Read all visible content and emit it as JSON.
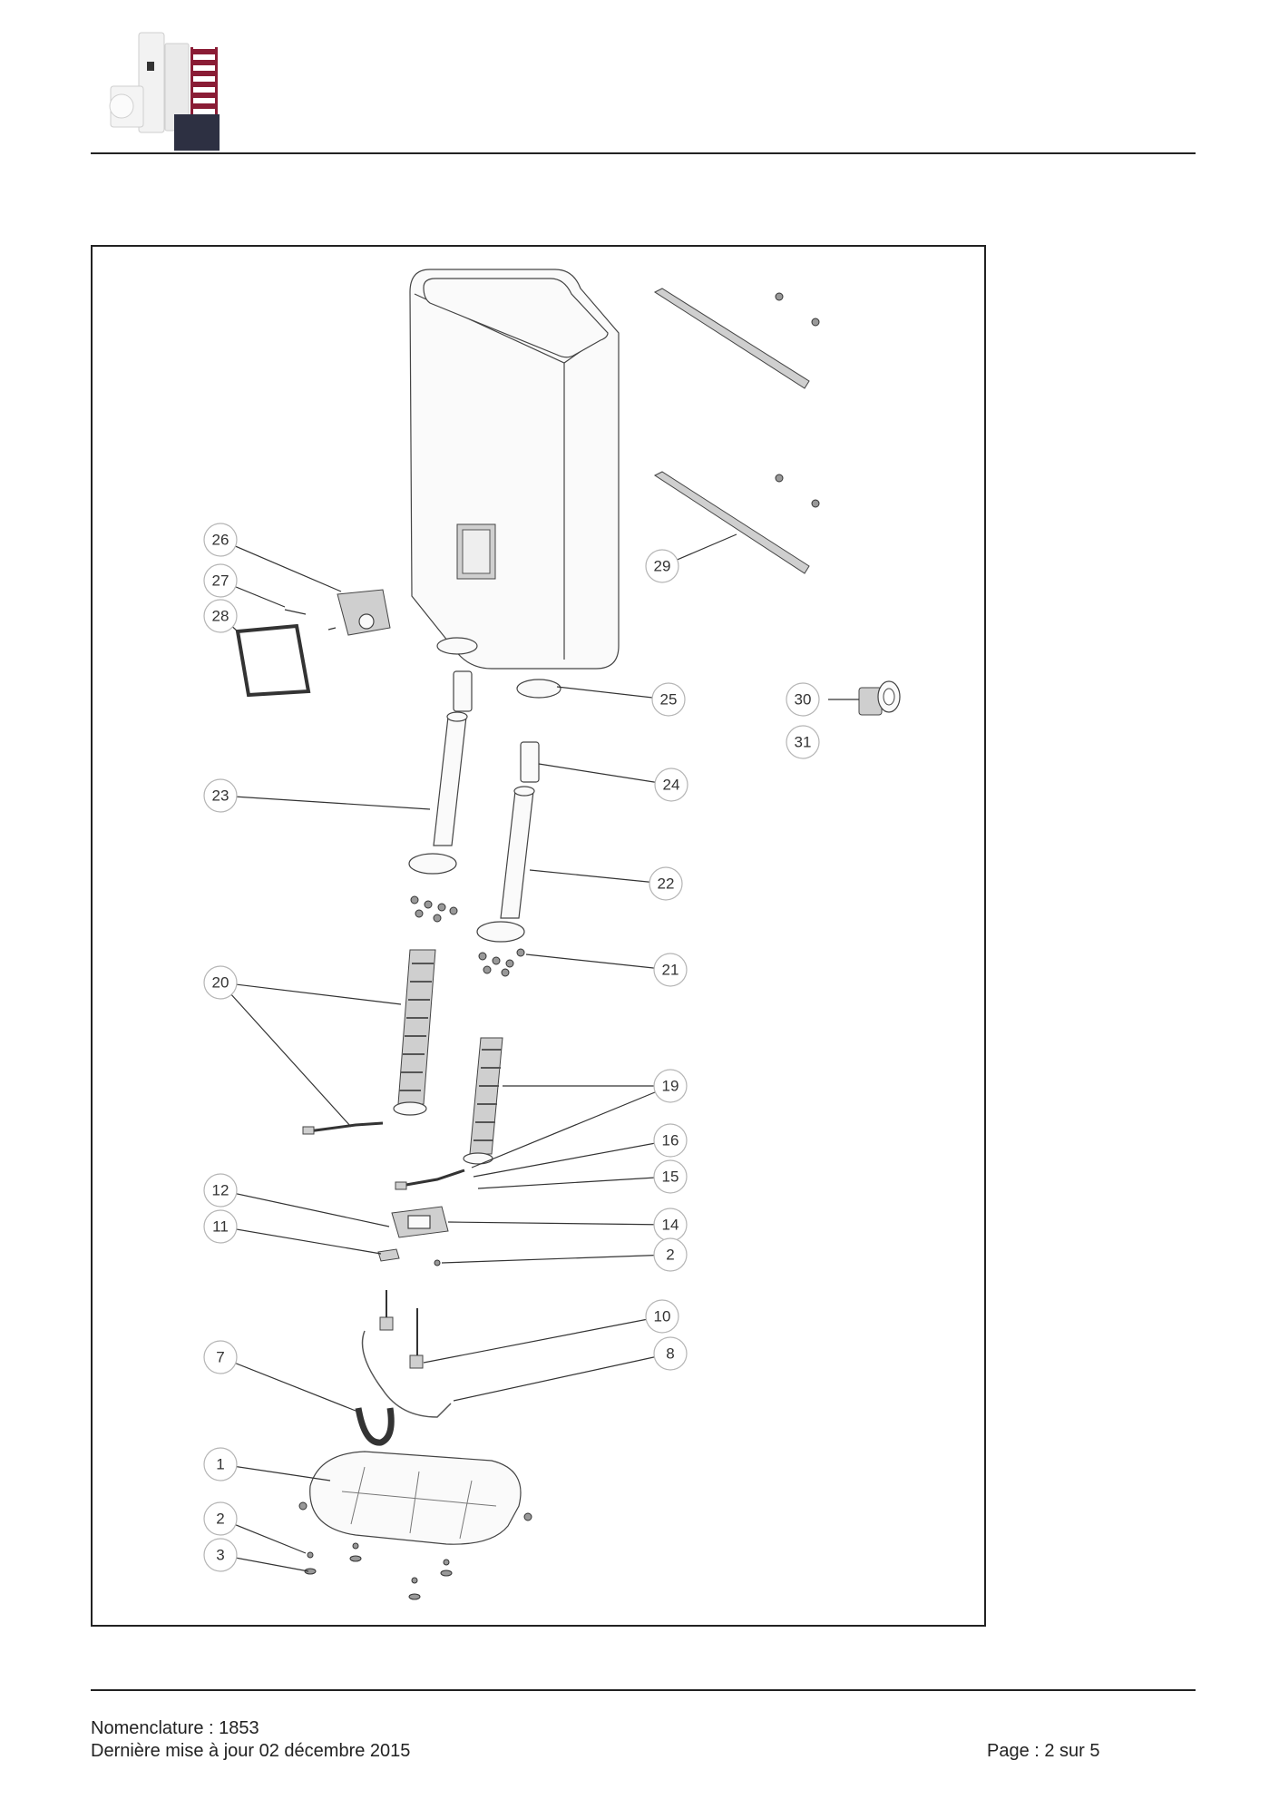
{
  "header": {
    "logo_icon": "heating-products-logo"
  },
  "diagram": {
    "callouts": {
      "c1": "1",
      "c2a": "2",
      "c2b": "2",
      "c3": "3",
      "c7": "7",
      "c8": "8",
      "c10": "10",
      "c11": "11",
      "c12": "12",
      "c14": "14",
      "c15": "15",
      "c16": "16",
      "c19": "19",
      "c20": "20",
      "c21": "21",
      "c22": "22",
      "c23": "23",
      "c24": "24",
      "c25": "25",
      "c26": "26",
      "c27": "27",
      "c28": "28",
      "c29": "29",
      "c30": "30",
      "c31": "31"
    }
  },
  "footer": {
    "nomenclature": "Nomenclature : 1853",
    "last_update": "Dernière mise à jour 02 décembre 2015",
    "page": "Page : 2 sur 5"
  }
}
